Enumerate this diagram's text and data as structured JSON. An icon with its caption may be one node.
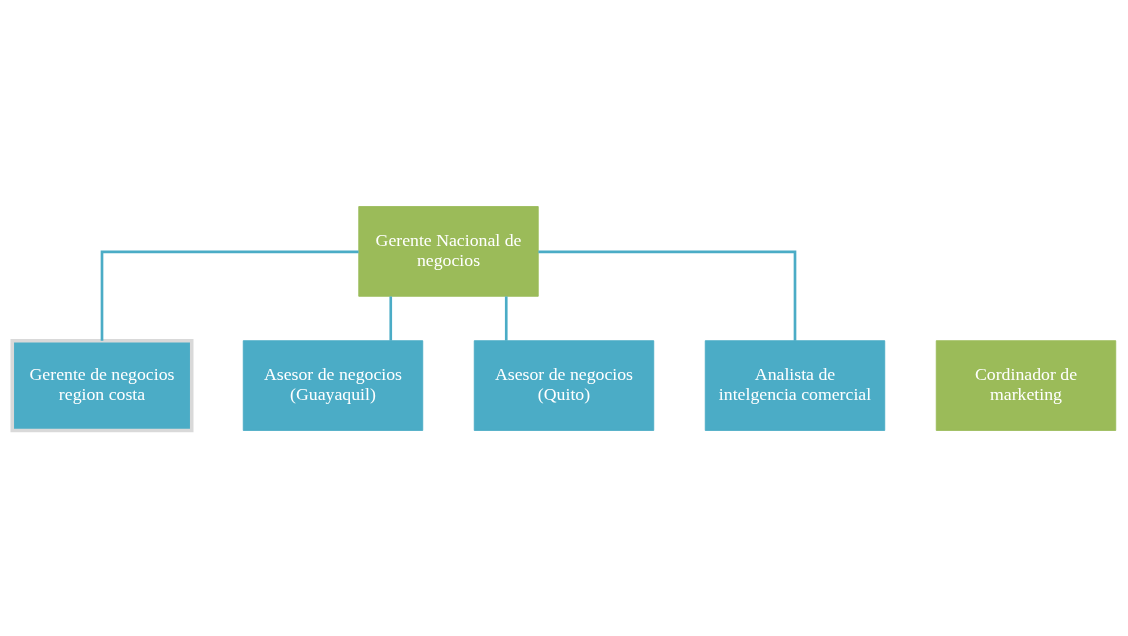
{
  "diagram": {
    "nodes": [
      {
        "text": [
          "Gerente Nacional de negocios"
        ]
      },
      {
        "text": [
          "Gerente de negocios region costa"
        ]
      },
      {
        "text": [
          "Cordinador de marketing"
        ]
      },
      {
        "text": [
          "Asesor de negocios (Guayaquil)"
        ]
      },
      {
        "text": [
          "Asesor de negocios (Quito)"
        ]
      },
      {
        "text": [
          "Analista de intelgencia comercial"
        ]
      }
    ],
    "edges": [
      {
        "from": 0,
        "to": 1,
        "arrow": "none"
      },
      {
        "from": 0,
        "to": 3,
        "arrow": "none"
      },
      {
        "from": 0,
        "to": 4,
        "arrow": "none"
      },
      {
        "from": 0,
        "to": 5,
        "arrow": "none"
      }
    ]
  }
}
